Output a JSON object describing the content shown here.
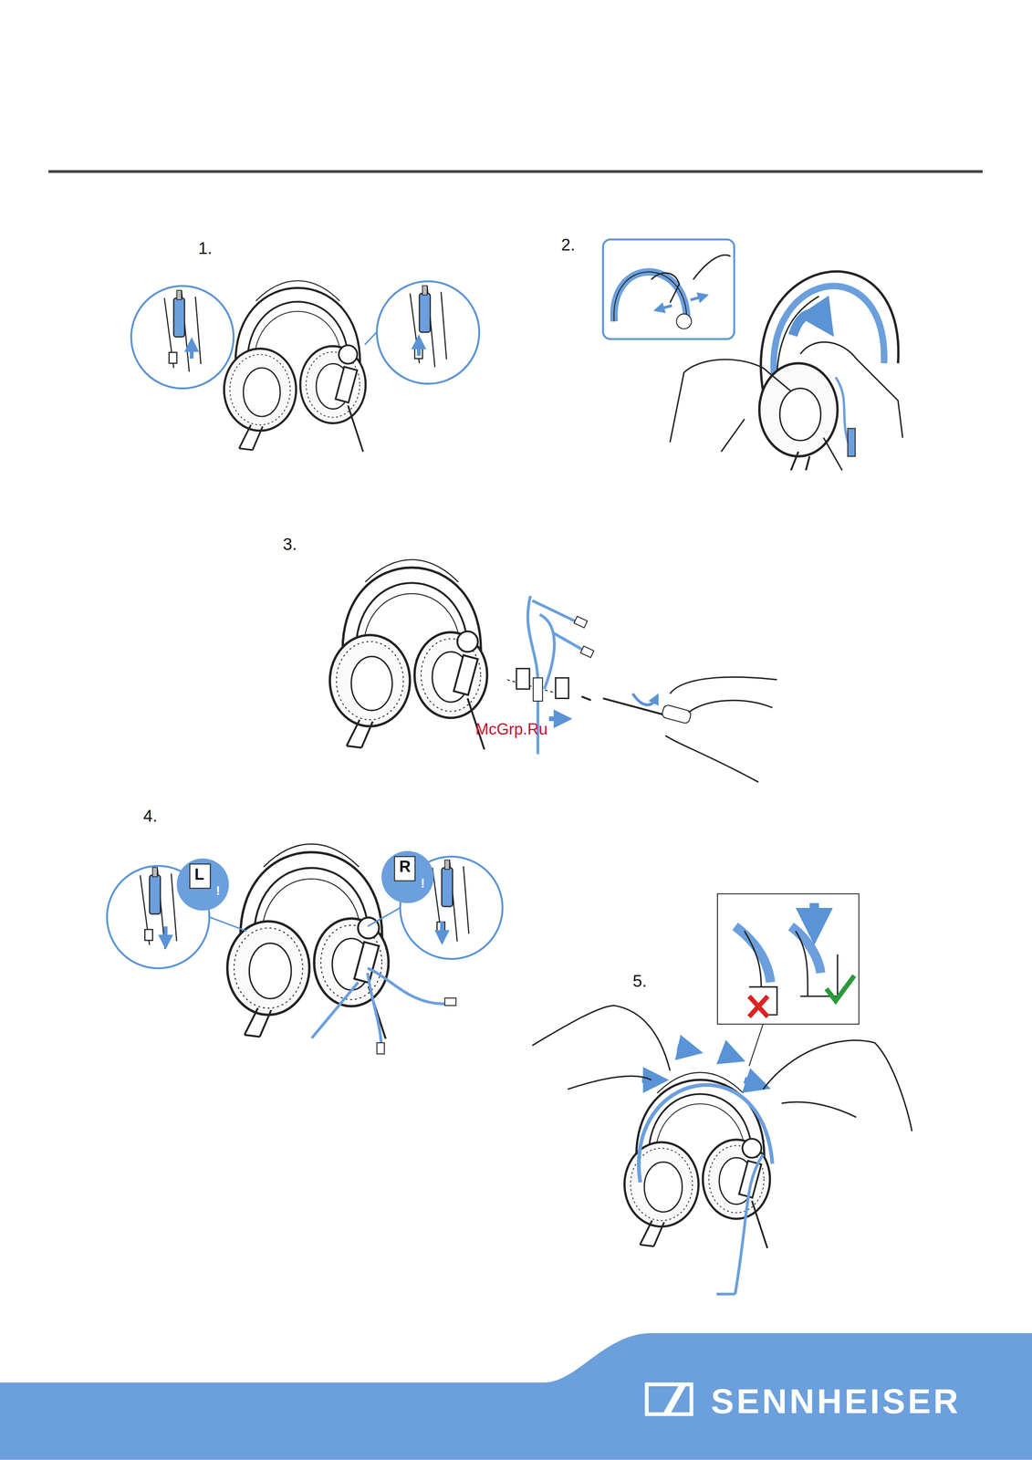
{
  "diagram": {
    "labels": [
      "1.",
      "2.",
      "3.",
      "4.",
      "5.",
      "L",
      "!",
      "R",
      "!",
      "McGrp.Ru",
      "SENNHEISER"
    ]
  }
}
